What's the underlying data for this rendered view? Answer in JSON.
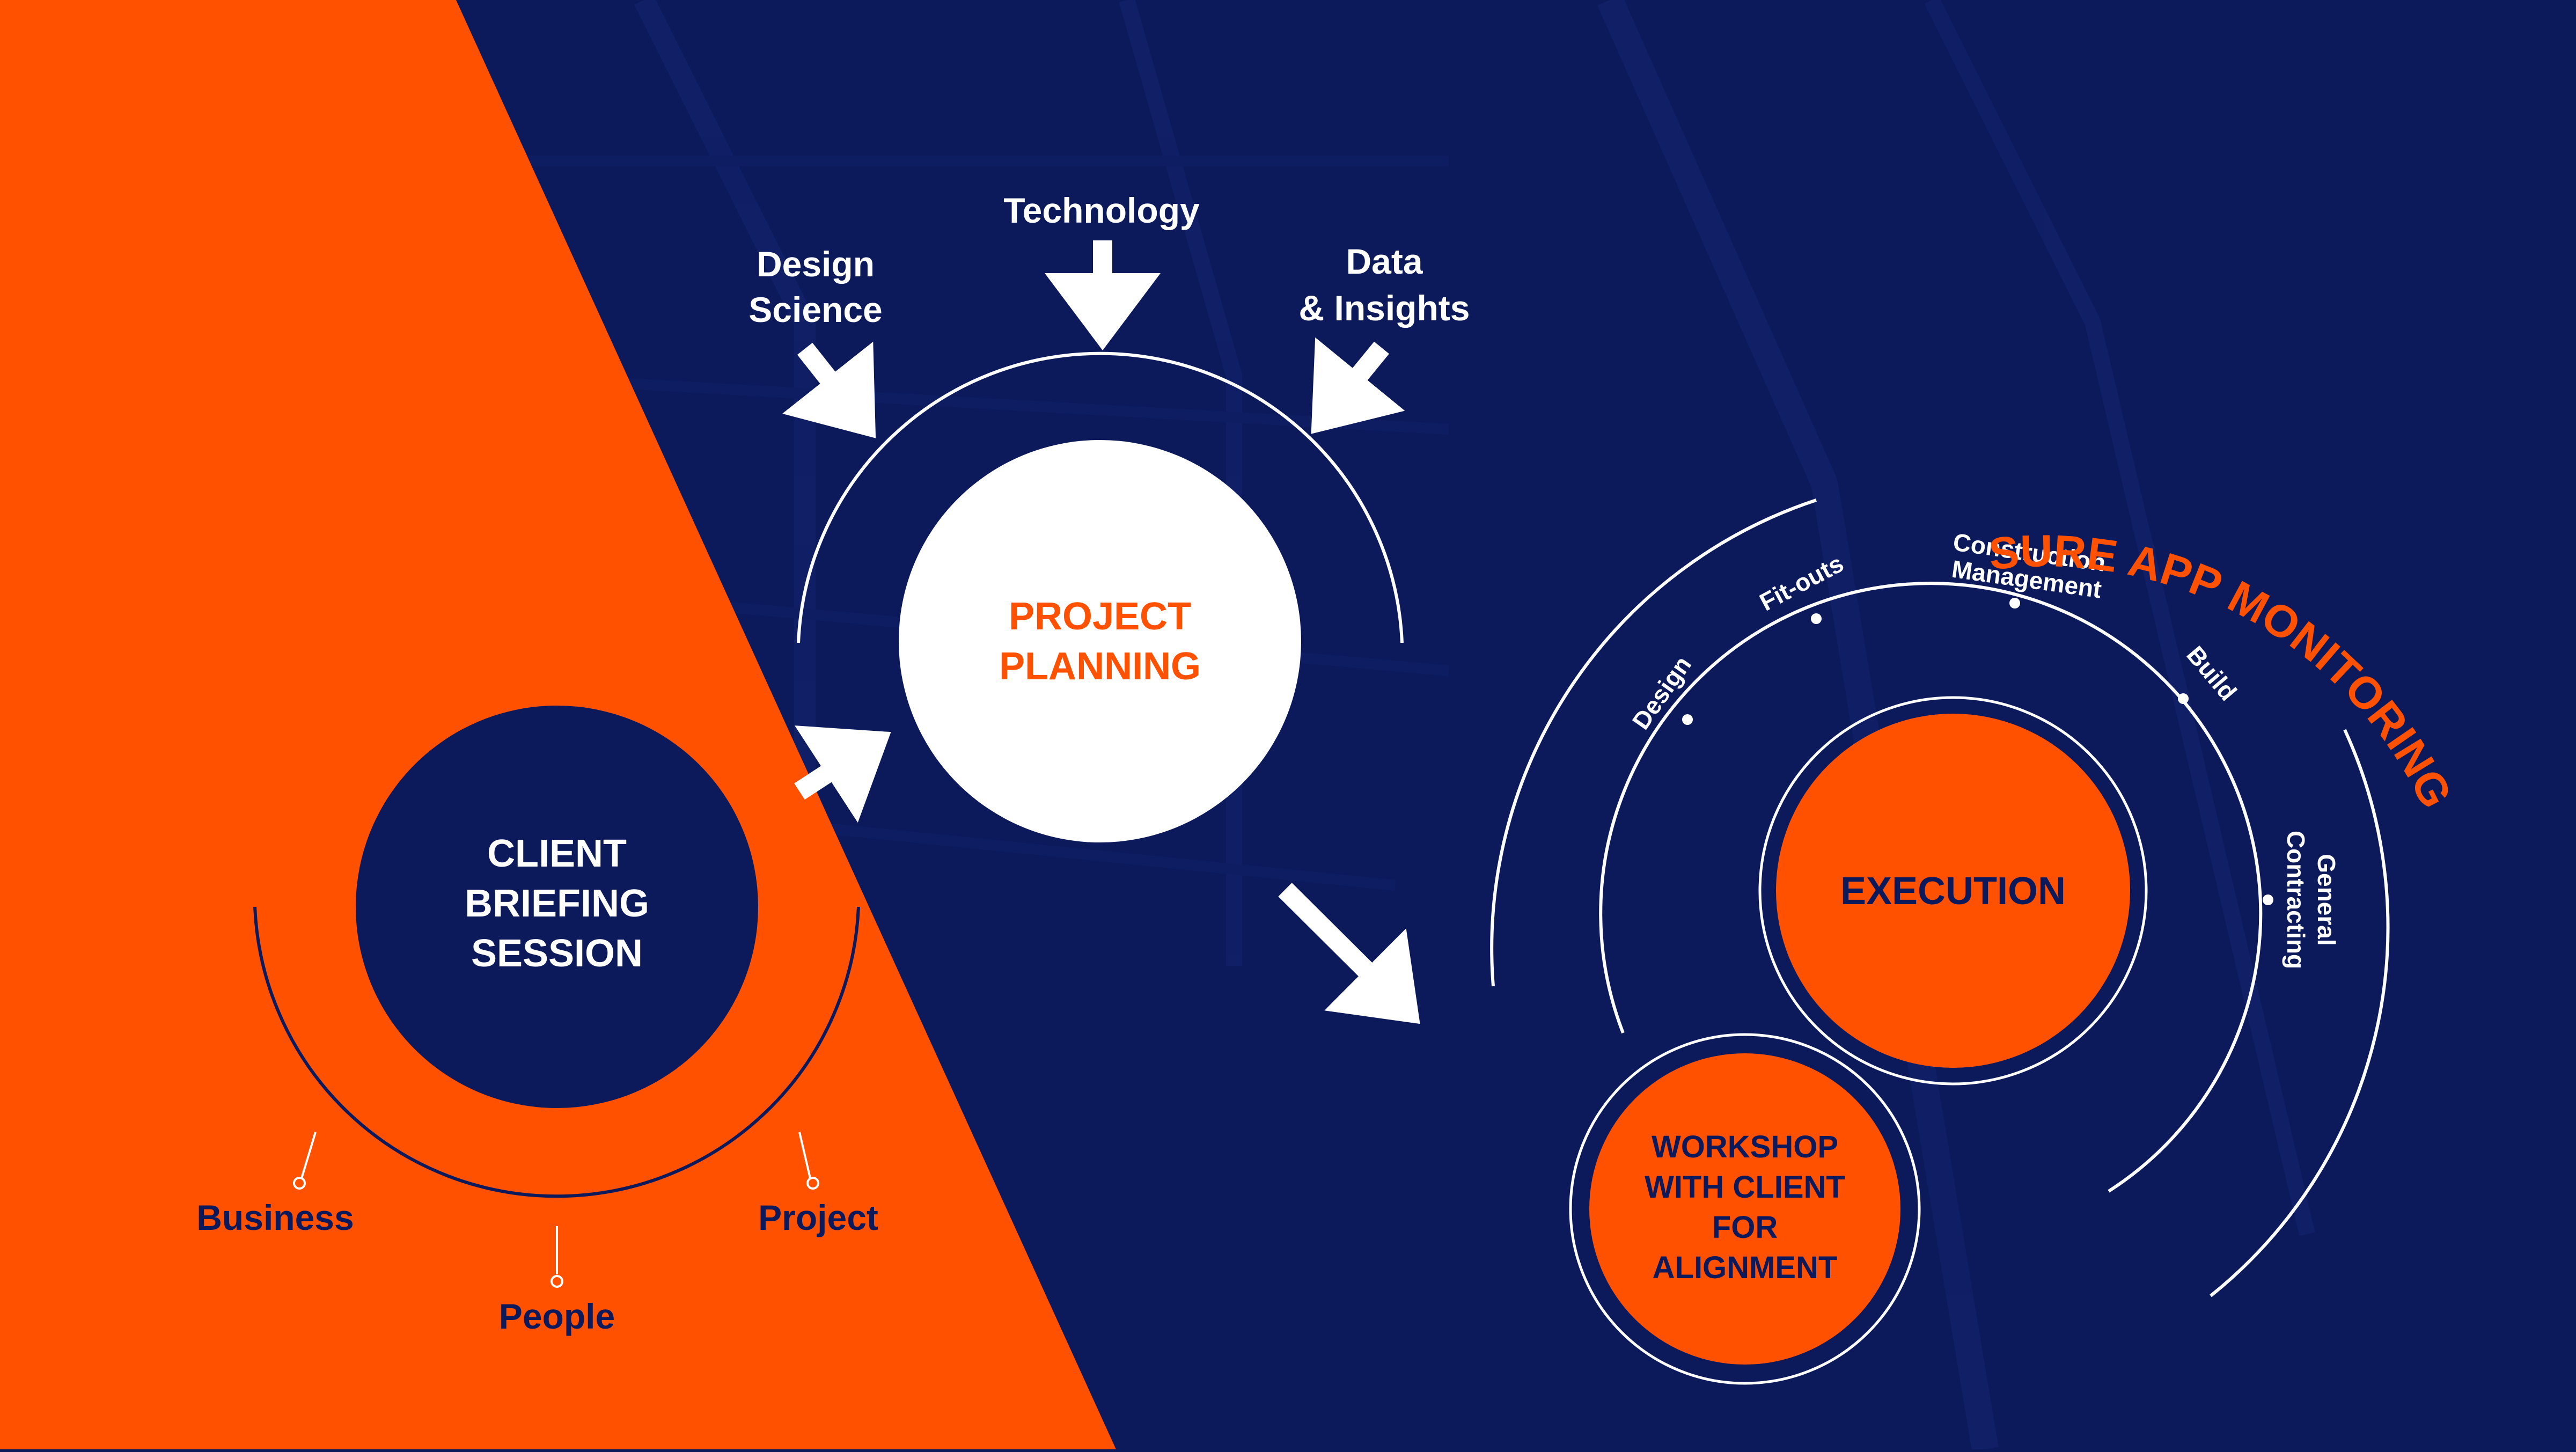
{
  "colors": {
    "navy": "#0c1a5c",
    "navy_dark": "#0b1550",
    "orange": "#ff5100",
    "white": "#ffffff"
  },
  "client_briefing": {
    "title_lines": [
      "CLIENT",
      "BRIEFING",
      "SESSION"
    ],
    "labels": {
      "business": "Business",
      "people": "People",
      "project": "Project"
    }
  },
  "project_planning": {
    "title_lines": [
      "PROJECT",
      "PLANNING"
    ],
    "inputs": {
      "design_science": [
        "Design",
        "Science"
      ],
      "technology": "Technology",
      "data_insights": [
        "Data",
        "& Insights"
      ]
    }
  },
  "execution": {
    "title": "EXECUTION",
    "monitoring_title": "SURE APP MONITORING",
    "phases": {
      "design": "Design",
      "fitouts": "Fit-outs",
      "construction": [
        "Construction",
        "Management"
      ],
      "build": "Build",
      "general": [
        "General",
        "Contracting"
      ]
    }
  },
  "workshop": {
    "title_lines": [
      "WORKSHOP",
      "WITH CLIENT",
      "FOR",
      "ALIGNMENT"
    ]
  }
}
